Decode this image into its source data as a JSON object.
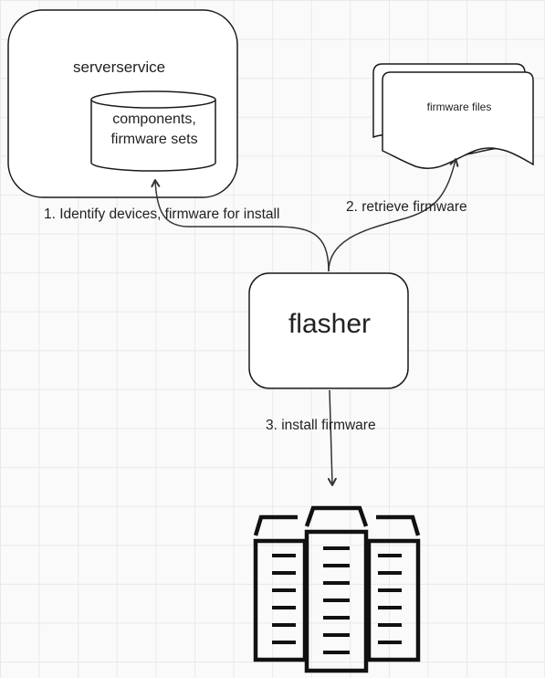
{
  "nodes": {
    "server_service": {
      "title": "serverservice"
    },
    "database": {
      "label": "components, firmware sets"
    },
    "firmware_files": {
      "label": "firmware files"
    },
    "flasher": {
      "label": "flasher"
    },
    "servers": {
      "icon": "server-rack-icon"
    }
  },
  "edges": {
    "identify": "1. Identify devices, firmware for install",
    "retrieve": "2. retrieve firmware",
    "install": "3. install firmware"
  },
  "colors": {
    "stroke": "#1a1a1a",
    "fill": "#ffffff",
    "arrow": "#333333"
  }
}
